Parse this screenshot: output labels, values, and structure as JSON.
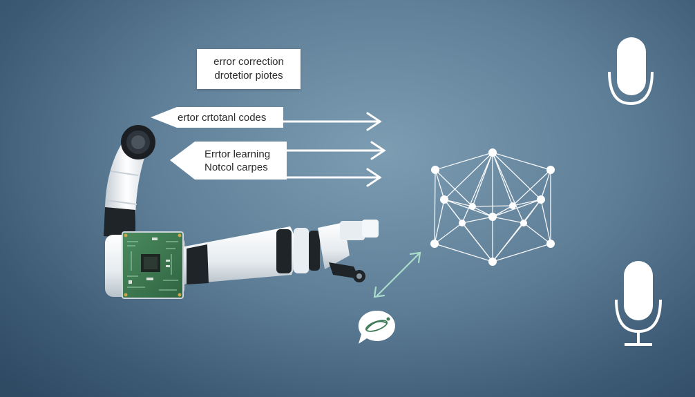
{
  "top_label": {
    "line1": "error correction",
    "line2": "drotetior piotes"
  },
  "arrow_label_1": "ertor crtotanl codes",
  "arrow_label_2": {
    "line1": "Errtor learning",
    "line2": "Notcol carpes"
  },
  "icons": [
    "robotic-arm-icon",
    "circuit-board-icon",
    "neural-network-icon",
    "microphone-icon",
    "chat-bubble-icon",
    "double-arrow-icon"
  ],
  "colors": {
    "background": "#5f7f98",
    "arm_white": "#eef2f5",
    "arm_dark": "#1f2429",
    "pcb_green": "#3e7a52",
    "teal_arrow": "#a9dccb"
  }
}
